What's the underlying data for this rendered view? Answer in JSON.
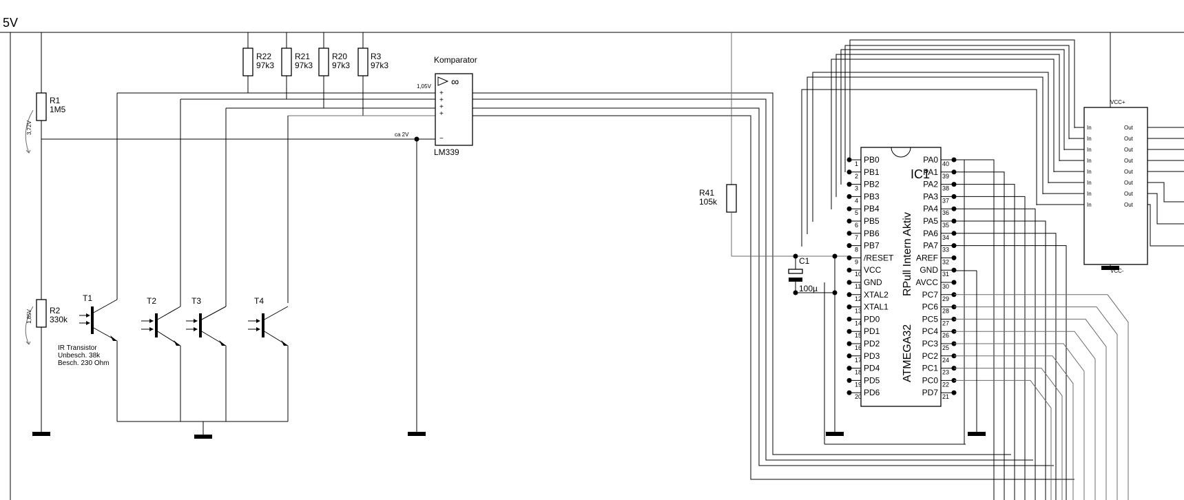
{
  "supply_label": "5V",
  "resistors": {
    "r1": {
      "name": "R1",
      "value": "1M5",
      "voltage": "3,72V"
    },
    "r2": {
      "name": "R2",
      "value": "330k",
      "voltage": "1,85V"
    },
    "r22": {
      "name": "R22",
      "value": "97k3"
    },
    "r21": {
      "name": "R21",
      "value": "97k3"
    },
    "r20": {
      "name": "R20",
      "value": "97k3"
    },
    "r3": {
      "name": "R3",
      "value": "97k3"
    },
    "r41": {
      "name": "R41",
      "value": "105k"
    }
  },
  "transistors": {
    "t1": "T1",
    "t2": "T2",
    "t3": "T3",
    "t4": "T4",
    "note": [
      "IR Transistor",
      "Unbesch. 38k",
      "Besch. 230 Ohm"
    ]
  },
  "comparator": {
    "title": "Komparator",
    "part": "LM339",
    "ref_voltage": "1,05V",
    "input_voltage": "ca 2V",
    "plus_signs": [
      "+",
      "+",
      "+",
      "+"
    ],
    "minus_sign": "−"
  },
  "capacitor": {
    "name": "C1",
    "value": "100µ"
  },
  "mcu": {
    "name": "IC1",
    "part": "ATMEGA32",
    "pullup_note": "RPull Intern Aktiv",
    "left_pins": [
      {
        "num": "1",
        "name": "PB0"
      },
      {
        "num": "2",
        "name": "PB1"
      },
      {
        "num": "3",
        "name": "PB2"
      },
      {
        "num": "4",
        "name": "PB3"
      },
      {
        "num": "5",
        "name": "PB4"
      },
      {
        "num": "6",
        "name": "PB5"
      },
      {
        "num": "7",
        "name": "PB6"
      },
      {
        "num": "8",
        "name": "PB7"
      },
      {
        "num": "9",
        "name": "/RESET"
      },
      {
        "num": "10",
        "name": "VCC"
      },
      {
        "num": "11",
        "name": "GND"
      },
      {
        "num": "12",
        "name": "XTAL2"
      },
      {
        "num": "13",
        "name": "XTAL1"
      },
      {
        "num": "14",
        "name": "PD0"
      },
      {
        "num": "15",
        "name": "PD1"
      },
      {
        "num": "16",
        "name": "PD2"
      },
      {
        "num": "17",
        "name": "PD3"
      },
      {
        "num": "18",
        "name": "PD4"
      },
      {
        "num": "19",
        "name": "PD5"
      },
      {
        "num": "20",
        "name": "PD6"
      }
    ],
    "right_pins": [
      {
        "num": "40",
        "name": "PA0"
      },
      {
        "num": "39",
        "name": "PA1"
      },
      {
        "num": "38",
        "name": "PA2"
      },
      {
        "num": "37",
        "name": "PA3"
      },
      {
        "num": "36",
        "name": "PA4"
      },
      {
        "num": "35",
        "name": "PA5"
      },
      {
        "num": "34",
        "name": "PA6"
      },
      {
        "num": "33",
        "name": "PA7"
      },
      {
        "num": "32",
        "name": "AREF"
      },
      {
        "num": "31",
        "name": "GND"
      },
      {
        "num": "30",
        "name": "AVCC"
      },
      {
        "num": "29",
        "name": "PC7"
      },
      {
        "num": "28",
        "name": "PC6"
      },
      {
        "num": "27",
        "name": "PC5"
      },
      {
        "num": "26",
        "name": "PC4"
      },
      {
        "num": "25",
        "name": "PC3"
      },
      {
        "num": "24",
        "name": "PC2"
      },
      {
        "num": "23",
        "name": "PC1"
      },
      {
        "num": "22",
        "name": "PC0"
      },
      {
        "num": "21",
        "name": "PD7"
      }
    ]
  },
  "driver": {
    "vcc_plus": "VCC+",
    "vcc_minus": "VCC-",
    "in_labels": [
      "In",
      "In",
      "In",
      "In",
      "In",
      "In",
      "In",
      "In"
    ],
    "out_labels": [
      "Out",
      "Out",
      "Out",
      "Out",
      "Out",
      "Out",
      "Out",
      "Out"
    ]
  }
}
